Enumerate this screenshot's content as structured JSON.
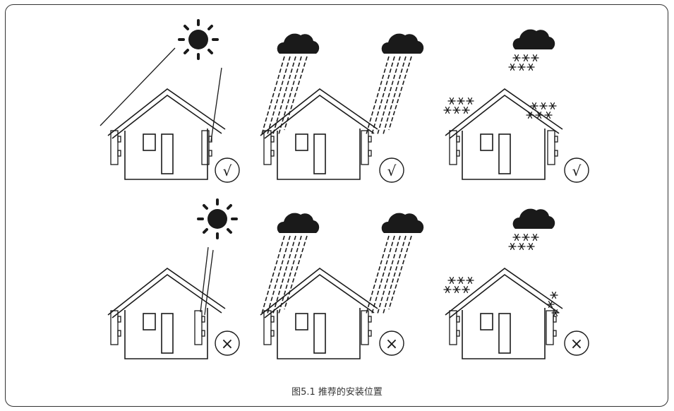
{
  "caption": "图5.1 推荐的安装位置",
  "marks": {
    "ok": "√",
    "bad": "×"
  },
  "colors": {
    "line": "#1a1a1a",
    "frame": "#333333",
    "caption": "#333333"
  },
  "panels": [
    {
      "row": "recommended",
      "weather": "sun",
      "protected": true,
      "verdict": "ok"
    },
    {
      "row": "recommended",
      "weather": "rain",
      "protected": true,
      "verdict": "ok"
    },
    {
      "row": "recommended",
      "weather": "snow",
      "protected": true,
      "verdict": "ok"
    },
    {
      "row": "not-recommended",
      "weather": "sun",
      "protected": false,
      "verdict": "bad"
    },
    {
      "row": "not-recommended",
      "weather": "rain",
      "protected": false,
      "verdict": "bad"
    },
    {
      "row": "not-recommended",
      "weather": "snow",
      "protected": false,
      "verdict": "bad"
    }
  ]
}
